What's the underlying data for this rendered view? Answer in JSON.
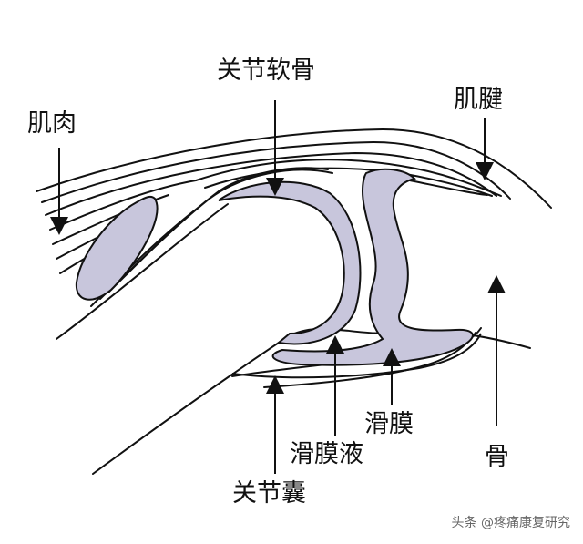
{
  "labels": {
    "cartilage": "关节软骨",
    "muscle": "肌肉",
    "tendon": "肌腱",
    "synovium": "滑膜",
    "synovial_fluid": "滑膜液",
    "bone": "骨",
    "capsule": "关节囊"
  },
  "watermark": "头条 @疼痛康复研究",
  "colors": {
    "line": "#111111",
    "tissue_fill": "#c8c6dc",
    "background": "#ffffff"
  }
}
